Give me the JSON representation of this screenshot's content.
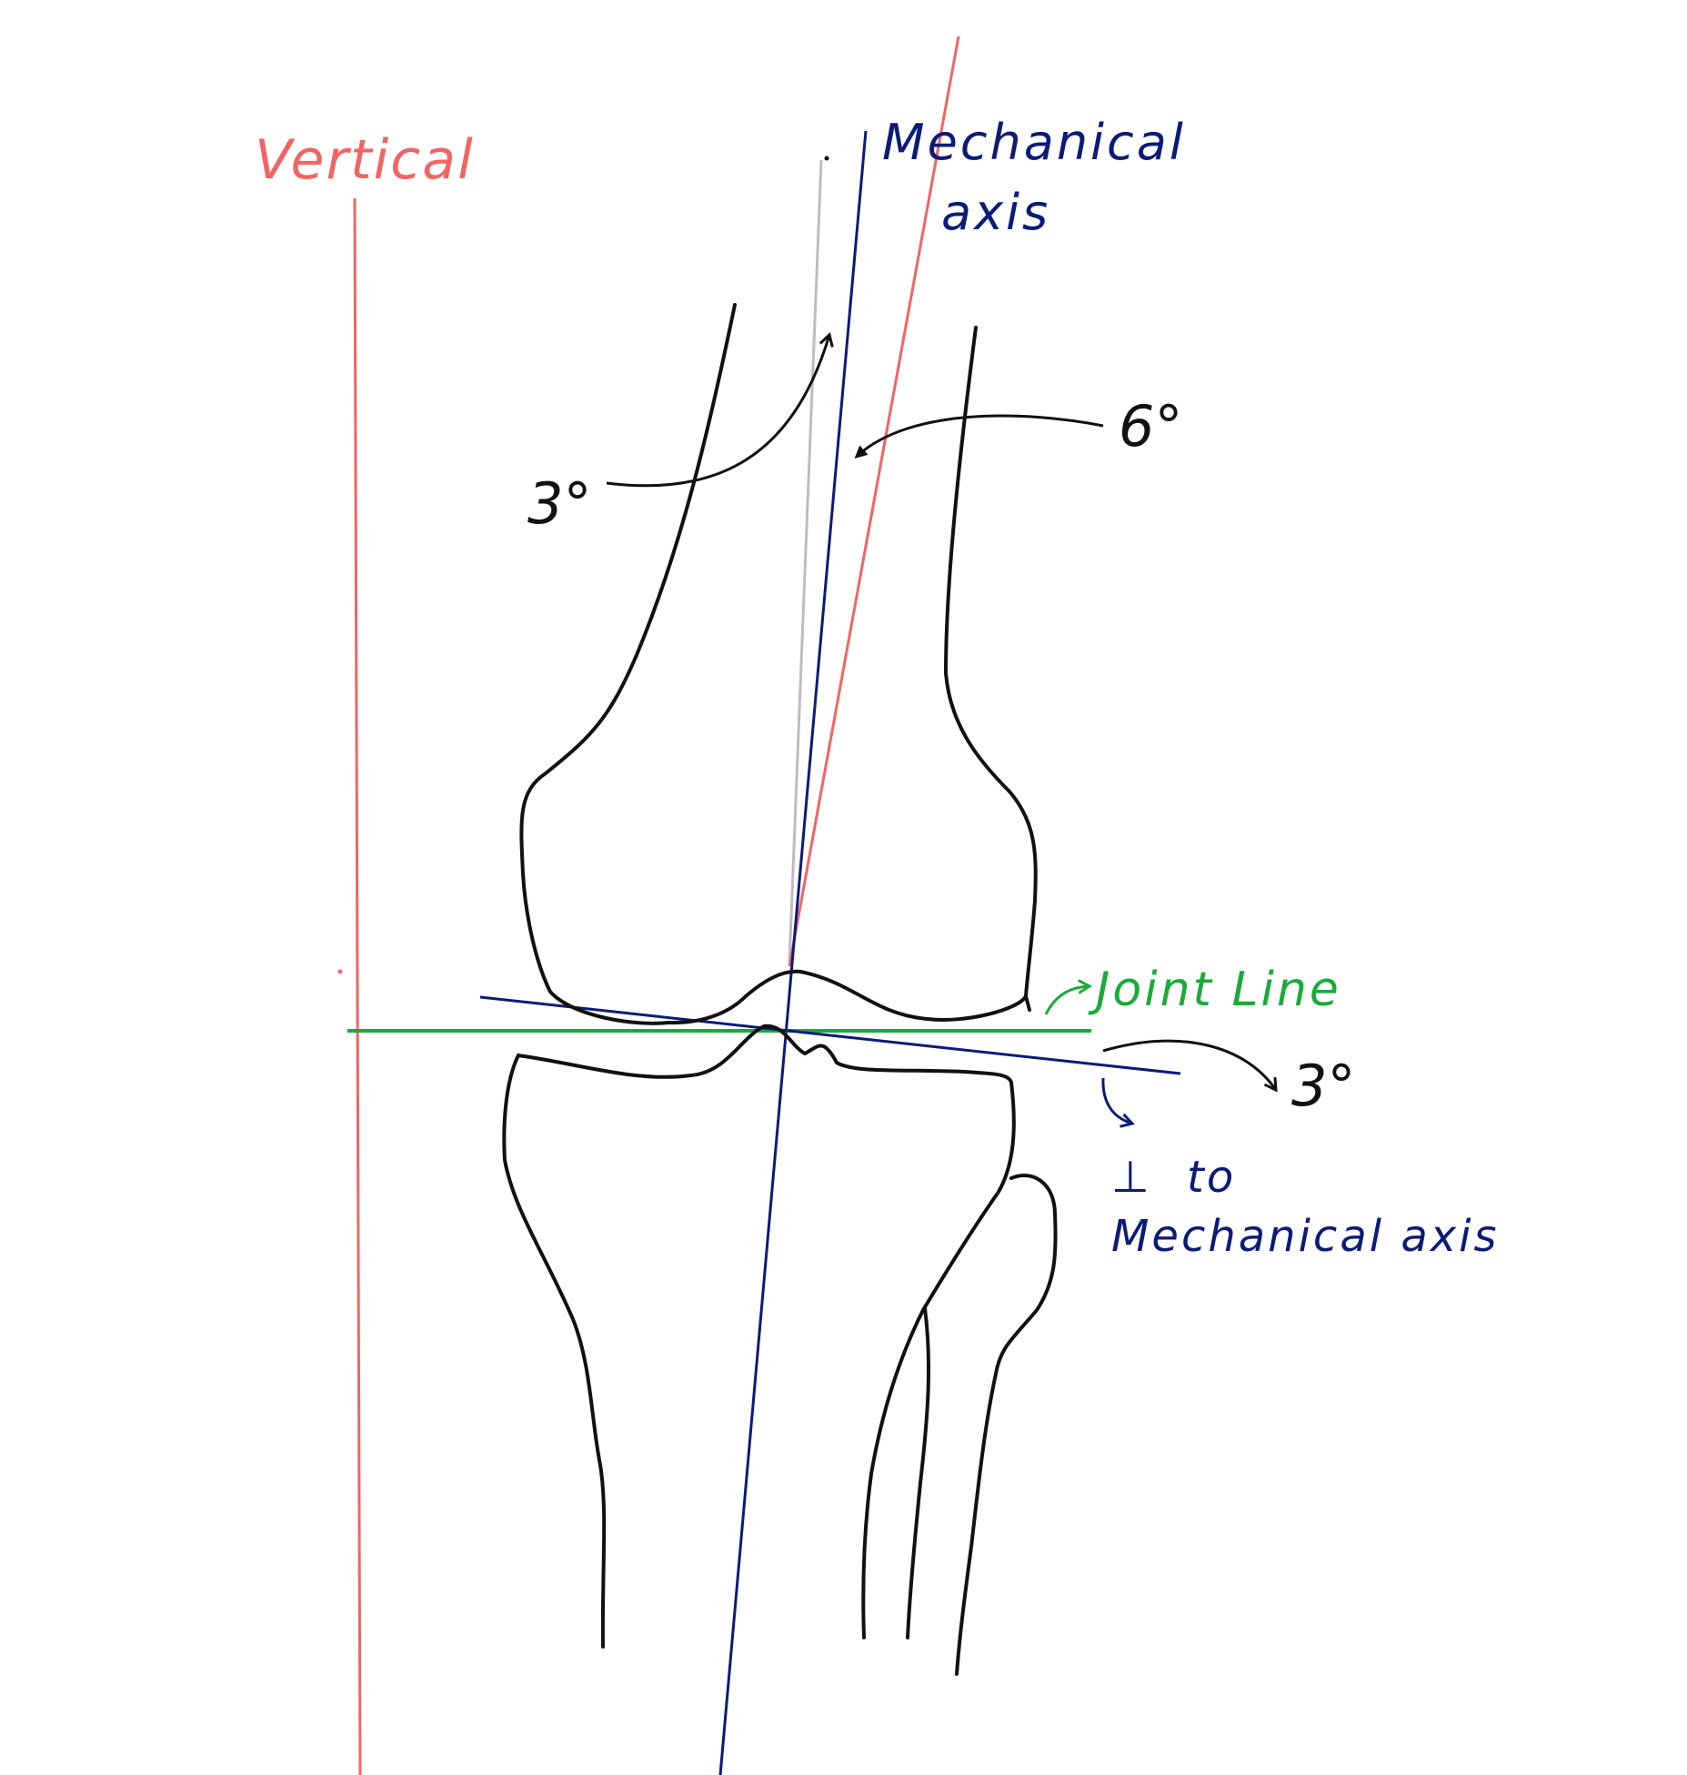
{
  "labels": {
    "vertical": "Vertical",
    "mechanical_axis_line1": "Mechanical",
    "mechanical_axis_line2": "axis",
    "angle_femoral": "3°",
    "angle_valgus": "6°",
    "joint_line": "Joint Line",
    "angle_tibial": "3°",
    "perp_symbol": "⊥",
    "perp_to": "to",
    "perp_mechanical_axis": "Mechanical axis"
  },
  "colors": {
    "vertical_line": "#f26464",
    "anatomical_axis": "#f26464",
    "mechanical_axis": "#0a1b78",
    "joint_line": "#1aaa3a",
    "perpendicular_line": "#0a1b78",
    "reference_line": "#bdbdbd",
    "bone_outline": "#111111",
    "annotation_arrow": "#111111"
  }
}
